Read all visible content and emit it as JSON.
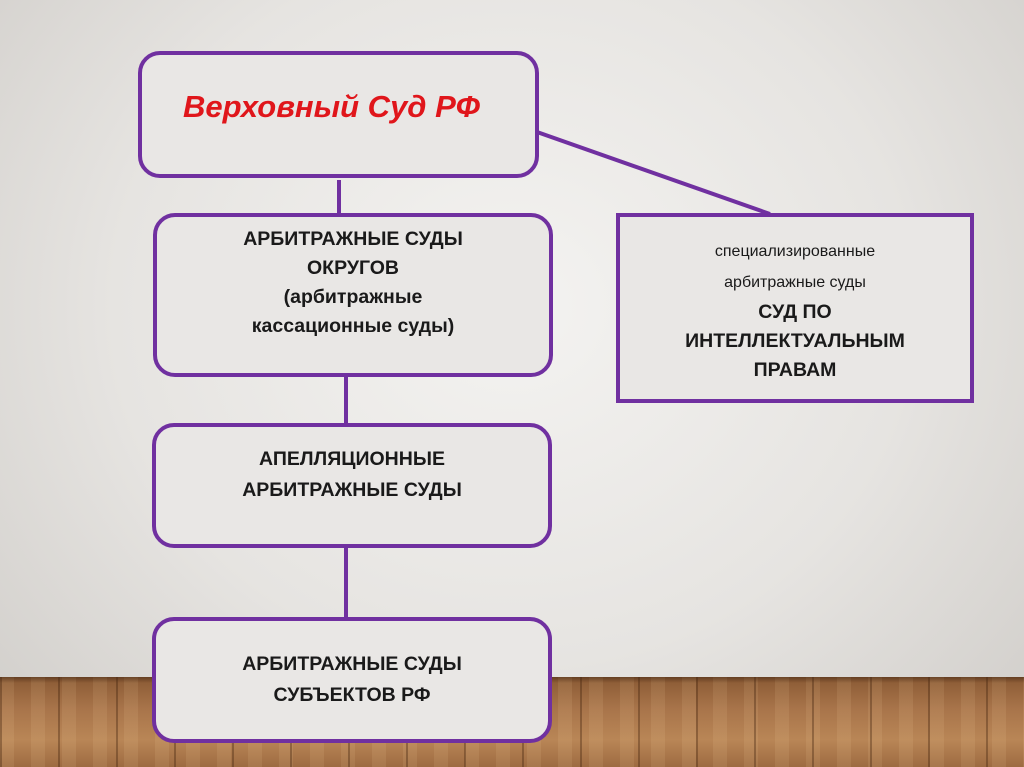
{
  "diagram": {
    "accent_color": "#7030a0",
    "title_color": "#e0161b",
    "supreme_court": {
      "label": "Верховный Суд РФ"
    },
    "district_courts": {
      "lines": [
        "АРБИТРАЖНЫЕ СУДЫ",
        "ОКРУГОВ",
        "(арбитражные",
        "кассационные суды)"
      ]
    },
    "appeal_courts": {
      "lines": [
        "АПЕЛЛЯЦИОННЫЕ",
        "АРБИТРАЖНЫЕ СУДЫ"
      ]
    },
    "subject_courts": {
      "lines": [
        "АРБИТРАЖНЫЕ СУДЫ",
        "СУБЪЕКТОВ РФ"
      ]
    },
    "specialized_court": {
      "subtitle_lines": [
        "специализированные",
        "арбитражные суды"
      ],
      "title_lines": [
        "СУД ПО",
        "ИНТЕЛЛЕКТУАЛЬНЫМ",
        "ПРАВАМ"
      ]
    }
  }
}
